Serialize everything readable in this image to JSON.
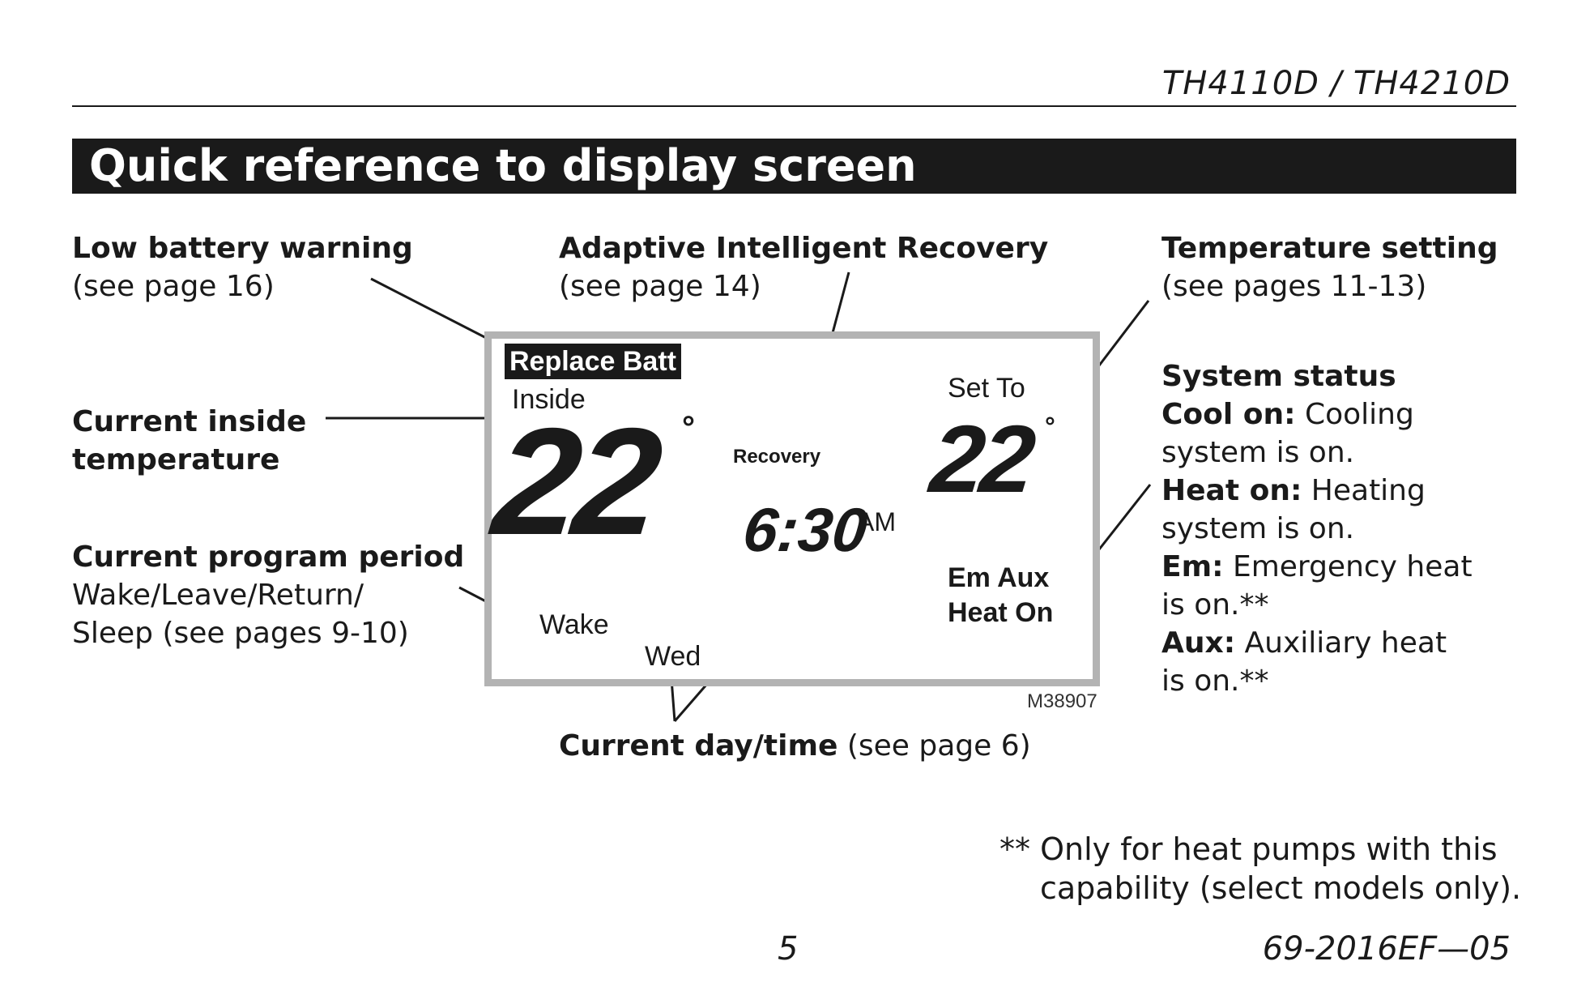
{
  "header": {
    "model": "TH4110D / TH4210D",
    "title": "Quick reference to display screen"
  },
  "callouts": {
    "low_battery": {
      "label": "Low battery warning",
      "detail": "(see page 16)"
    },
    "air": {
      "label": "Adaptive Intelligent Recovery",
      "detail": "(see page 14)"
    },
    "temp_setting": {
      "label": "Temperature setting",
      "detail": "(see pages 11-13)"
    },
    "inside_temp": {
      "line1": "Current inside",
      "line2": "temperature"
    },
    "program_period": {
      "label": "Current program period",
      "line1": "Wake/Leave/Return/",
      "line2": "Sleep (see pages 9-10)"
    },
    "day_time": {
      "label": "Current day/time",
      "detail": " (see page 6)"
    },
    "system_status": {
      "label": "System status",
      "cool_key": "Cool on:",
      "cool_desc": " Cooling",
      "cool_line2": "system is on.",
      "heat_key": "Heat on:",
      "heat_desc": " Heating",
      "heat_line2": "system is on.",
      "em_key": "Em:",
      "em_desc": " Emergency heat",
      "em_line2": "is on.**",
      "aux_key": "Aux:",
      "aux_desc": " Auxiliary heat",
      "aux_line2": "is on.**"
    }
  },
  "display": {
    "replace_batt": "Replace Batt",
    "inside_label": "Inside",
    "inside_temp": "22",
    "degree": "°",
    "recovery": "Recovery",
    "time": "6:30",
    "ampm": "AM",
    "set_to_label": "Set To",
    "set_temp": "22",
    "status_line1": "Em Aux",
    "status_line2": "Heat On",
    "period": "Wake",
    "day": "Wed",
    "figure_id": "M38907"
  },
  "footnote": {
    "line1": "** Only for heat pumps with this",
    "line2": "capability (select models only)."
  },
  "footer": {
    "page_number": "5",
    "doc_code": "69-2016EF—05"
  }
}
